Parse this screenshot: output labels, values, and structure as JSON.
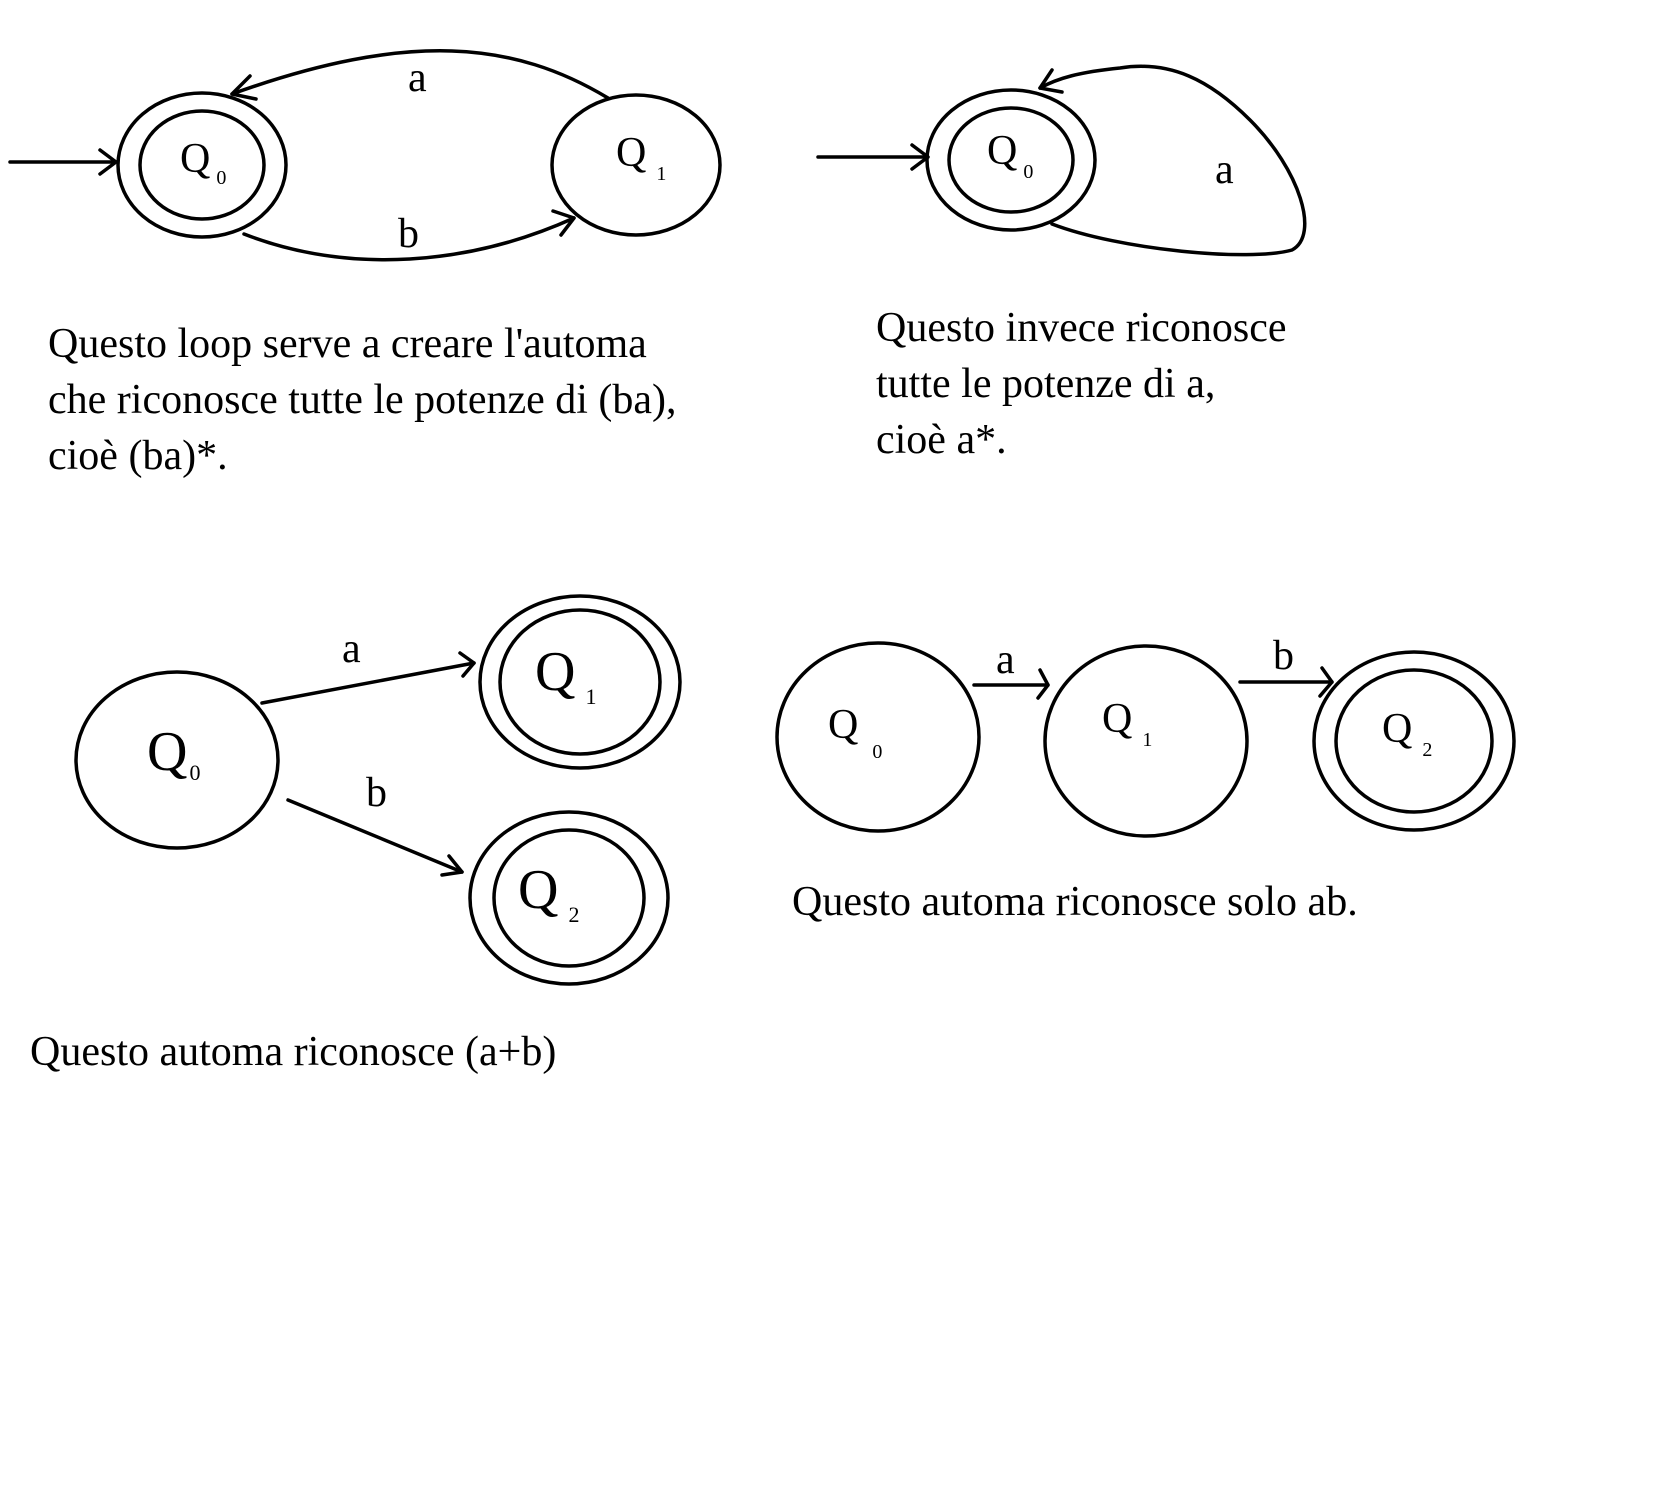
{
  "automata": [
    {
      "states": [
        {
          "name": "Q",
          "sub": "0",
          "accepting": true,
          "initial": true
        },
        {
          "name": "Q",
          "sub": "1",
          "accepting": false
        }
      ],
      "transitions": [
        {
          "label": "a",
          "from": "Q1",
          "to": "Q0"
        },
        {
          "label": "b",
          "from": "Q0",
          "to": "Q1"
        }
      ],
      "caption": [
        "Questo loop serve a creare l'automa",
        "che riconosce tutte le potenze di (ba),",
        "cioè (ba)*."
      ]
    },
    {
      "states": [
        {
          "name": "Q",
          "sub": "0",
          "accepting": true,
          "initial": true
        }
      ],
      "transitions": [
        {
          "label": "a",
          "from": "Q0",
          "to": "Q0"
        }
      ],
      "caption": [
        "Questo invece riconosce",
        "tutte le potenze di a,",
        "cioè a*."
      ]
    },
    {
      "states": [
        {
          "name": "Q",
          "sub": "0",
          "accepting": false
        },
        {
          "name": "Q",
          "sub": "1",
          "accepting": true
        },
        {
          "name": "Q",
          "sub": "2",
          "accepting": true
        }
      ],
      "transitions": [
        {
          "label": "a",
          "from": "Q0",
          "to": "Q1"
        },
        {
          "label": "b",
          "from": "Q0",
          "to": "Q2"
        }
      ],
      "caption": [
        "Questo automa riconosce (a+b)"
      ]
    },
    {
      "states": [
        {
          "name": "Q",
          "sub": "0",
          "accepting": false
        },
        {
          "name": "Q",
          "sub": "1",
          "accepting": false
        },
        {
          "name": "Q",
          "sub": "2",
          "accepting": true
        }
      ],
      "transitions": [
        {
          "label": "a",
          "from": "Q0",
          "to": "Q1"
        },
        {
          "label": "b",
          "from": "Q1",
          "to": "Q2"
        }
      ],
      "caption": [
        "Questo automa riconosce solo ab."
      ]
    }
  ]
}
